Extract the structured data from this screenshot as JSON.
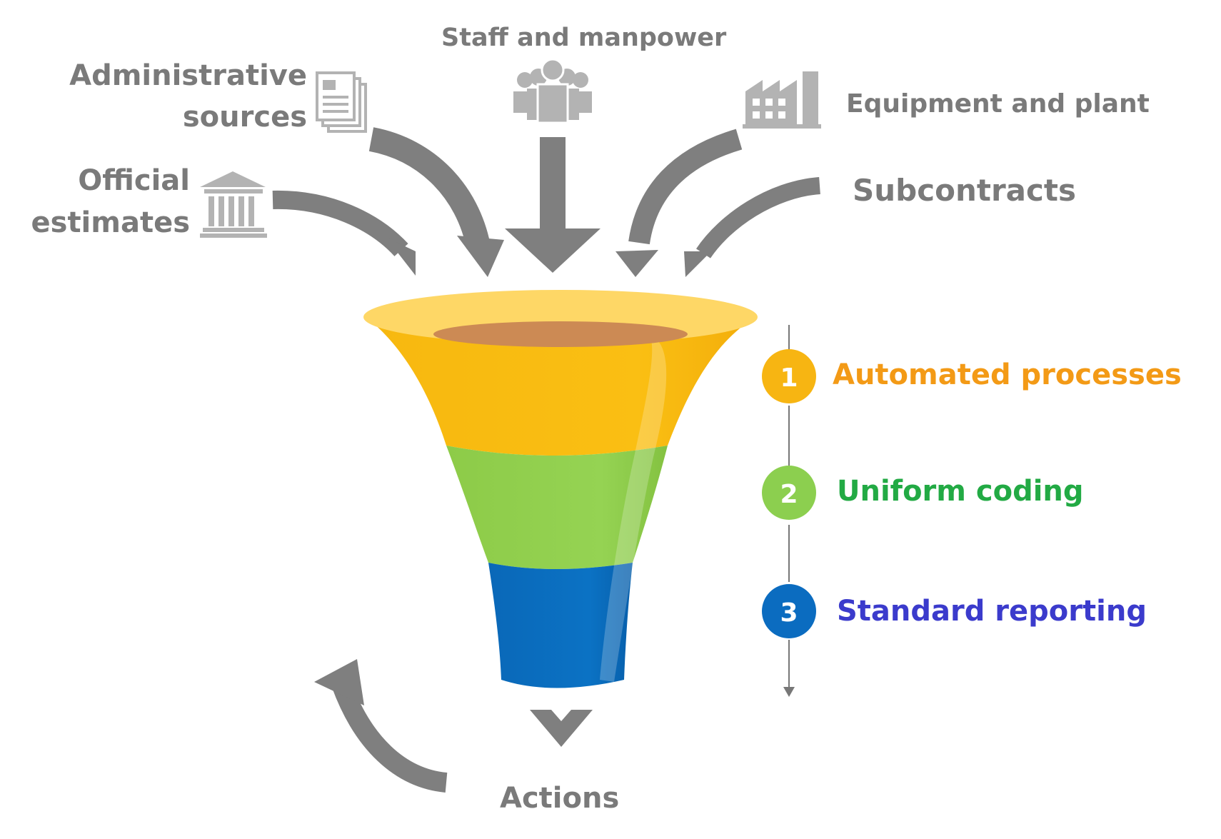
{
  "sources": {
    "staff": "Staff and manpower",
    "admin_line1": "Administrative",
    "admin_line2": "sources",
    "official_line1": "Official",
    "official_line2": "estimates",
    "equipment": "Equipment and plant",
    "subcontracts": "Subcontracts"
  },
  "stages": [
    {
      "number": "1",
      "label": "Automated processes",
      "color": "#f39a16",
      "circle": "#f7b512"
    },
    {
      "number": "2",
      "label": "Uniform coding",
      "color": "#22aa44",
      "circle": "#8ccf4f"
    },
    {
      "number": "3",
      "label": "Standard reporting",
      "color": "#3b3bcc",
      "circle": "#0b6cc0"
    }
  ],
  "output": {
    "label": "Actions"
  },
  "colors": {
    "arrow": "#7f7f7f",
    "icon": "#b3b3b3",
    "funnel_top": "#f9bf12",
    "funnel_mid": "#93d150",
    "funnel_bottom": "#0070c0",
    "text_gray": "#7a7a7a"
  },
  "icons": {
    "admin": "documents-icon",
    "official": "bank-building-icon",
    "staff": "people-group-icon",
    "equipment": "factory-icon"
  }
}
